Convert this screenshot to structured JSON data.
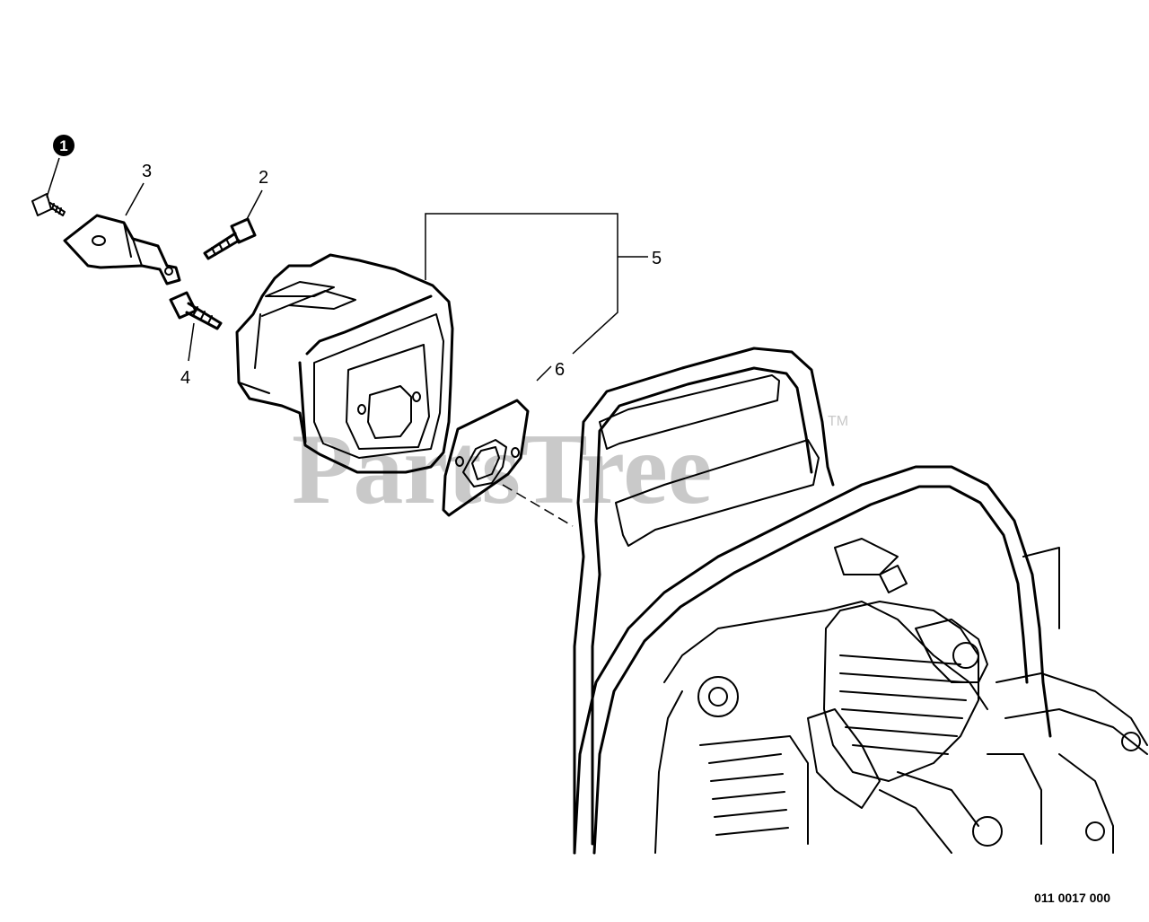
{
  "diagram": {
    "callouts": [
      {
        "id": "badge",
        "label": "1"
      },
      {
        "id": "c2",
        "label": "2"
      },
      {
        "id": "c3",
        "label": "3"
      },
      {
        "id": "c4",
        "label": "4"
      },
      {
        "id": "c5",
        "label": "5"
      },
      {
        "id": "c6",
        "label": "6"
      }
    ],
    "watermark": "PartsTree",
    "trademark": "TM",
    "drawing_code": "011 0017 000"
  }
}
